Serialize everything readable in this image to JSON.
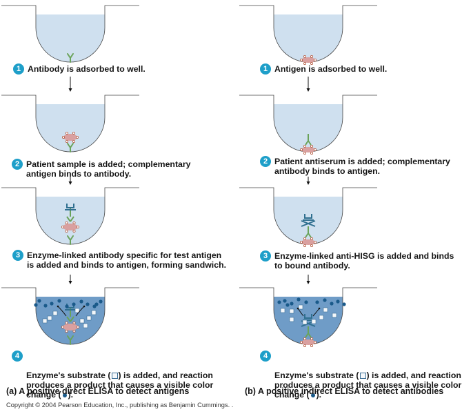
{
  "colors": {
    "well_light": "#cfe0ef",
    "well_dark": "#6f9cc7",
    "antibody": "#6aa35a",
    "antigen": "#d9a0a0",
    "enzyme": "#2f6f8f",
    "product_dot": "#1a5a8a",
    "step_badge": "#1e9fc9"
  },
  "panel_a": {
    "caption": "(a) A positive direct ELISA to detect antigens",
    "steps": [
      {
        "num": "1",
        "text": "Antibody is adsorbed to well."
      },
      {
        "num": "2",
        "text": "Patient sample is added; complementary\nantigen binds to antibody."
      },
      {
        "num": "3",
        "text": "Enzyme-linked antibody specific for test antigen\nis added and binds to antigen, forming sandwich."
      },
      {
        "num": "4",
        "pre": "Enzyme's substrate (",
        "mid": ") is added, and reaction\nproduces a product that causes  a visible color\nchange (",
        "post": ")."
      }
    ]
  },
  "panel_b": {
    "caption": "(b) A positive indirect ELISA to detect antibodies",
    "steps": [
      {
        "num": "1",
        "text": "Antigen is adsorbed to well."
      },
      {
        "num": "2",
        "text": "Patient antiserum is added; complementary\nantibody binds to antigen."
      },
      {
        "num": "3",
        "text": "Enzyme-linked anti-HISG is added and binds\nto  bound antibody."
      },
      {
        "num": "4",
        "pre": "Enzyme's substrate (",
        "mid": ") is added, and reaction\nproduces a product that causes a visible color\nchange (",
        "post": ")."
      }
    ]
  },
  "copyright": "Copyright © 2004 Pearson Education, Inc., publishing as Benjamin Cummings.  ."
}
